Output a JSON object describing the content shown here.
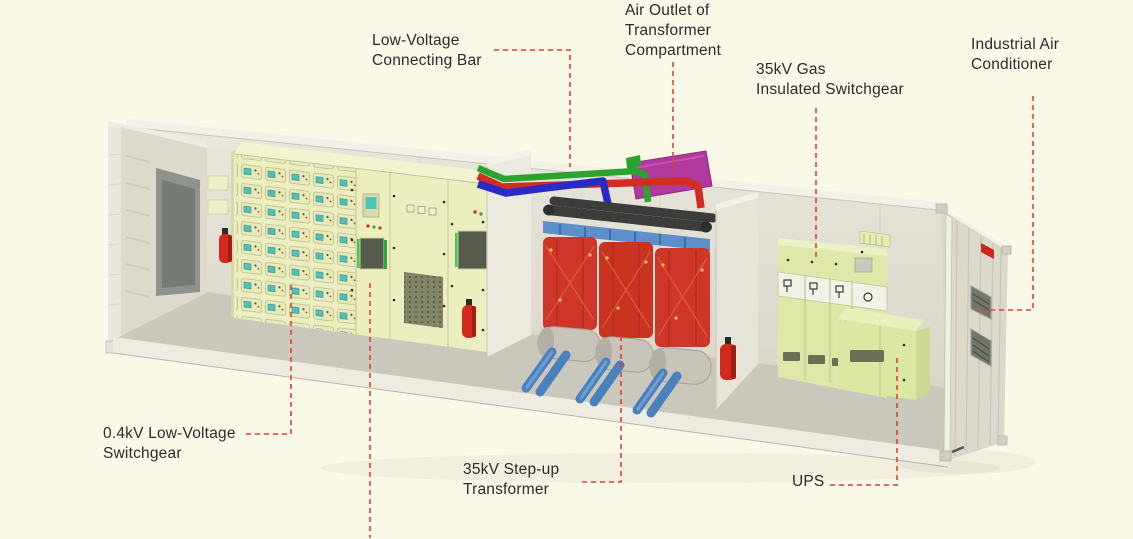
{
  "page": {
    "background_color": "#faf8e7",
    "label_text_color": "#2d2b28",
    "leader_line_color": "#e8402a",
    "leader_line_style": "dashed"
  },
  "labels": {
    "connecting_bar": {
      "text": "Low-Voltage\nConnecting Bar"
    },
    "air_outlet": {
      "text": "Air Outlet of\nTransformer\nCompartment"
    },
    "gis": {
      "text": "35kV Gas\nInsulated Switchgear"
    },
    "air_conditioner": {
      "text": "Industrial Air\nConditioner"
    },
    "lv_switchgear": {
      "text": "0.4kV Low-Voltage\nSwitchgear"
    },
    "transformer": {
      "text": "35kV Step-up\nTransformer"
    },
    "ups": {
      "text": "UPS"
    }
  },
  "equipment": [
    {
      "name": "0.4kV Low-Voltage Switchgear",
      "color": "#edeec0"
    },
    {
      "name": "Low-Voltage Connecting Bar",
      "colors": [
        "#2ba32f",
        "#d32d22",
        "#2a2ac6"
      ]
    },
    {
      "name": "Air Outlet of Transformer Compartment",
      "color": "#b23a9e"
    },
    {
      "name": "35kV Step-up Transformer",
      "color": "#cf3629"
    },
    {
      "name": "35kV Gas Insulated Switchgear",
      "color": "#dfe8a8"
    },
    {
      "name": "UPS",
      "color": "#dde7a4"
    },
    {
      "name": "Industrial Air Conditioner",
      "color": "#72756c"
    },
    {
      "name": "Container",
      "color": "#dedbd0"
    },
    {
      "name": "Fire Extinguisher",
      "color": "#d3291d"
    }
  ]
}
